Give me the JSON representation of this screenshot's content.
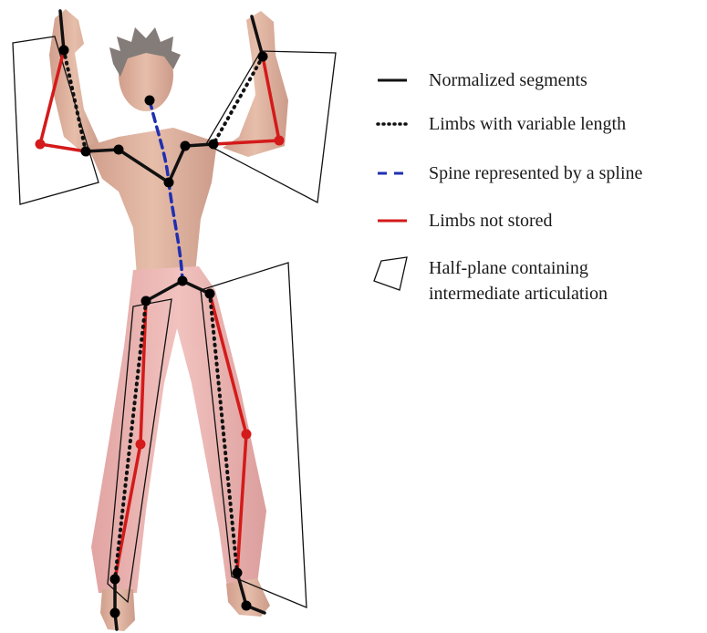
{
  "legend": [
    {
      "key": "normalized",
      "text": "Normalized segments",
      "style": "solid-black"
    },
    {
      "key": "variable",
      "text": "Limbs with variable length",
      "style": "dotted-black"
    },
    {
      "key": "spine",
      "text": "Spine represented by a spline",
      "style": "dashed-blue"
    },
    {
      "key": "notstored",
      "text": "Limbs not stored",
      "style": "solid-red"
    },
    {
      "key": "halfplane",
      "line1": "Half-plane containing",
      "line2": "intermediate articulation",
      "style": "outline-quad"
    }
  ],
  "colors": {
    "normalized": "#111111",
    "variable": "#111111",
    "spine": "#1f2fb0",
    "notstored": "#d41a1a",
    "body_skin": "#d9a58c",
    "body_skin_shadow": "#b98270",
    "pants": "#e7a6a3",
    "pants_shadow": "#cf8a88",
    "hair": "#6e6661",
    "joint": "#000000"
  }
}
